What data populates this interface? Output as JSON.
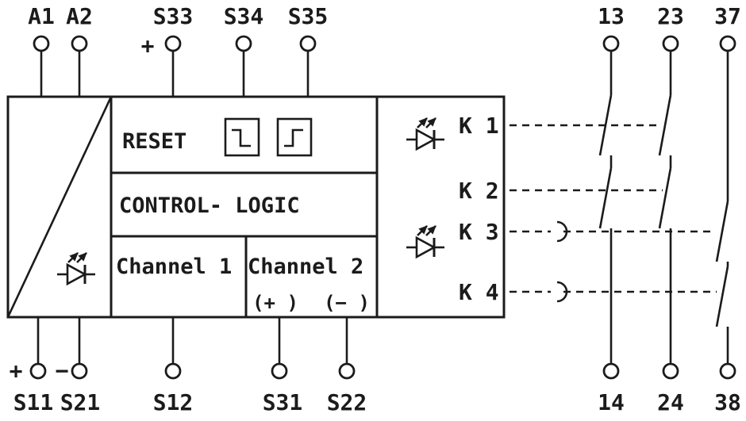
{
  "colors": {
    "ink": "#1b1b1b",
    "background": "#ffffff"
  },
  "terminals": {
    "top": [
      "A1",
      "A2",
      "S33",
      "S34",
      "S35"
    ],
    "right_top": [
      "13",
      "23",
      "37"
    ],
    "bottom": [
      "S11",
      "S21",
      "S12",
      "S31",
      "S22"
    ],
    "right_bottom": [
      "14",
      "24",
      "38"
    ]
  },
  "polarity": {
    "s33_plus": "+",
    "s11_plus": "+",
    "s21_minus": "−"
  },
  "blocks": {
    "reset": "RESET",
    "control_logic": "CONTROL- LOGIC",
    "channel1": "Channel 1",
    "channel2": "Channel 2",
    "channel2_plus": "(+ )",
    "channel2_minus": "(− )"
  },
  "relays": [
    "K 1",
    "K 2",
    "K 3",
    "K 4"
  ]
}
